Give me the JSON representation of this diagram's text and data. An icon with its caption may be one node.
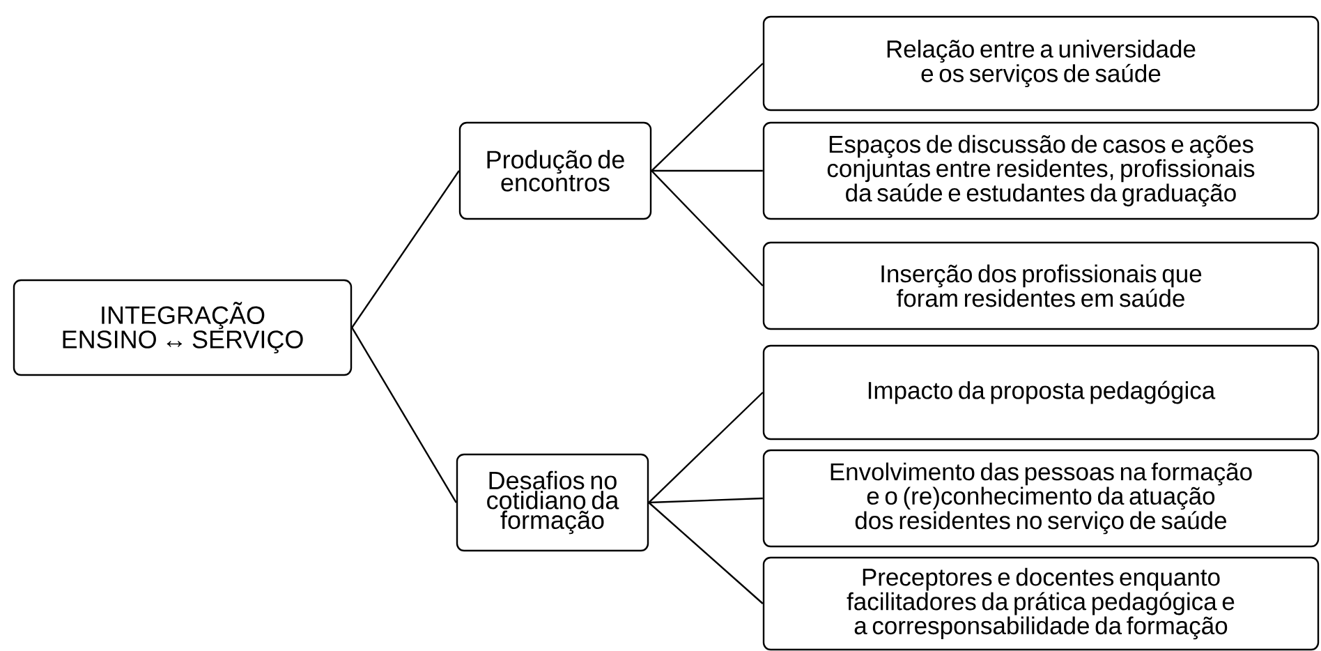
{
  "diagram": {
    "nodes": [
      {
        "text": [
          "INTEGRAÇÃO ENSINO ↔ SERVIÇO"
        ]
      },
      {
        "text": [
          "Produção de encontros"
        ]
      },
      {
        "text": [
          "Desafios no cotidiano da formação"
        ]
      },
      {
        "text": [
          "Relação entre a universidade e os serviços de saúde"
        ]
      },
      {
        "text": [
          "Espaços de discussão de casos e ações conjuntas entre residentes, profissionais da saúde e estudantes da graduação"
        ]
      },
      {
        "text": [
          "Inserção dos profissionais que foram residentes em saúde"
        ]
      },
      {
        "text": [
          "Impacto da proposta pedagógica"
        ]
      },
      {
        "text": [
          "Envolvimento das pessoas na formação e o (re)conhecimento da atuação dos residentes no serviço de saúde"
        ]
      },
      {
        "text": [
          "Preceptores e docentes enquanto facilitadores da prática pedagógica e a corresponsabilidade da formação"
        ]
      }
    ],
    "edges": [
      {
        "from": 0,
        "to": 1,
        "arrow": "none"
      },
      {
        "from": 0,
        "to": 2,
        "arrow": "none"
      },
      {
        "from": 1,
        "to": 3,
        "arrow": "none"
      },
      {
        "from": 1,
        "to": 4,
        "arrow": "none"
      },
      {
        "from": 1,
        "to": 5,
        "arrow": "none"
      },
      {
        "from": 2,
        "to": 6,
        "arrow": "none"
      },
      {
        "from": 2,
        "to": 7,
        "arrow": "none"
      },
      {
        "from": 2,
        "to": 8,
        "arrow": "none"
      }
    ]
  }
}
